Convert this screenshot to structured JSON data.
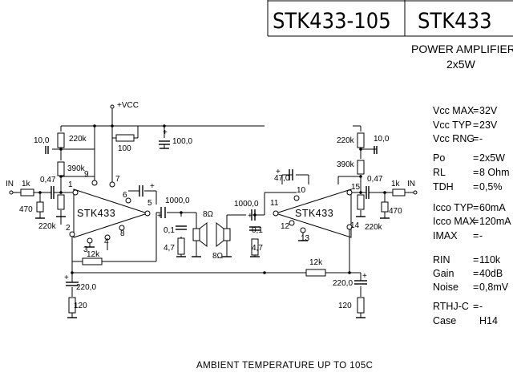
{
  "header": {
    "part_number": "STK433-105",
    "model": "STK433",
    "device_type": "POWER AMPLIFIER",
    "output_config": "2x5W"
  },
  "specs": [
    {
      "param": "Vcc MAX",
      "eq": "=",
      "value": "32V"
    },
    {
      "param": "Vcc TYP",
      "eq": "=",
      "value": "23V"
    },
    {
      "param": "Vcc RNG",
      "eq": "=",
      "value": "-"
    },
    {
      "param": "Po",
      "eq": "=",
      "value": "2x5W"
    },
    {
      "param": "RL",
      "eq": "=",
      "value": "8 Ohm"
    },
    {
      "param": "TDH",
      "eq": "=",
      "value": "0,5%"
    },
    {
      "param": "Icco TYP",
      "eq": "=",
      "value": "60mA"
    },
    {
      "param": "Icco MAX",
      "eq": "=",
      "value": "120mA"
    },
    {
      "param": "IMAX",
      "eq": "=",
      "value": "-"
    },
    {
      "param": "RIN",
      "eq": "=",
      "value": "110k"
    },
    {
      "param": "Gain",
      "eq": "=",
      "value": "40dB"
    },
    {
      "param": "Noise",
      "eq": "=",
      "value": "0,8mV"
    },
    {
      "param": "RTHJ-C",
      "eq": "=",
      "value": "-"
    },
    {
      "param": "Case",
      "eq": "",
      "value": "H14"
    }
  ],
  "schematic": {
    "supply_label": "+VCC",
    "chip_label": "STK433",
    "pins": [
      "1",
      "2",
      "3",
      "4",
      "5",
      "6",
      "7",
      "8",
      "9",
      "10",
      "11",
      "12",
      "13",
      "14",
      "15"
    ],
    "components": {
      "r_220k": "220k",
      "r_390k": "390k",
      "r_1k": "1k",
      "r_470": "470",
      "r_12k": "12k",
      "r_120": "120",
      "r_100": "100",
      "r_4_7": "4,7",
      "c_10": "10,0",
      "c_047": "0,47",
      "c_47": "47,0",
      "c_1000": "1000,0",
      "c_100": "100,0",
      "c_220": "220,0",
      "c_01": "0,1",
      "spk_8": "8Ω",
      "input": "IN",
      "plus": "+"
    }
  },
  "footnote": "AMBIENT TEMPERATURE UP  TO 105C"
}
